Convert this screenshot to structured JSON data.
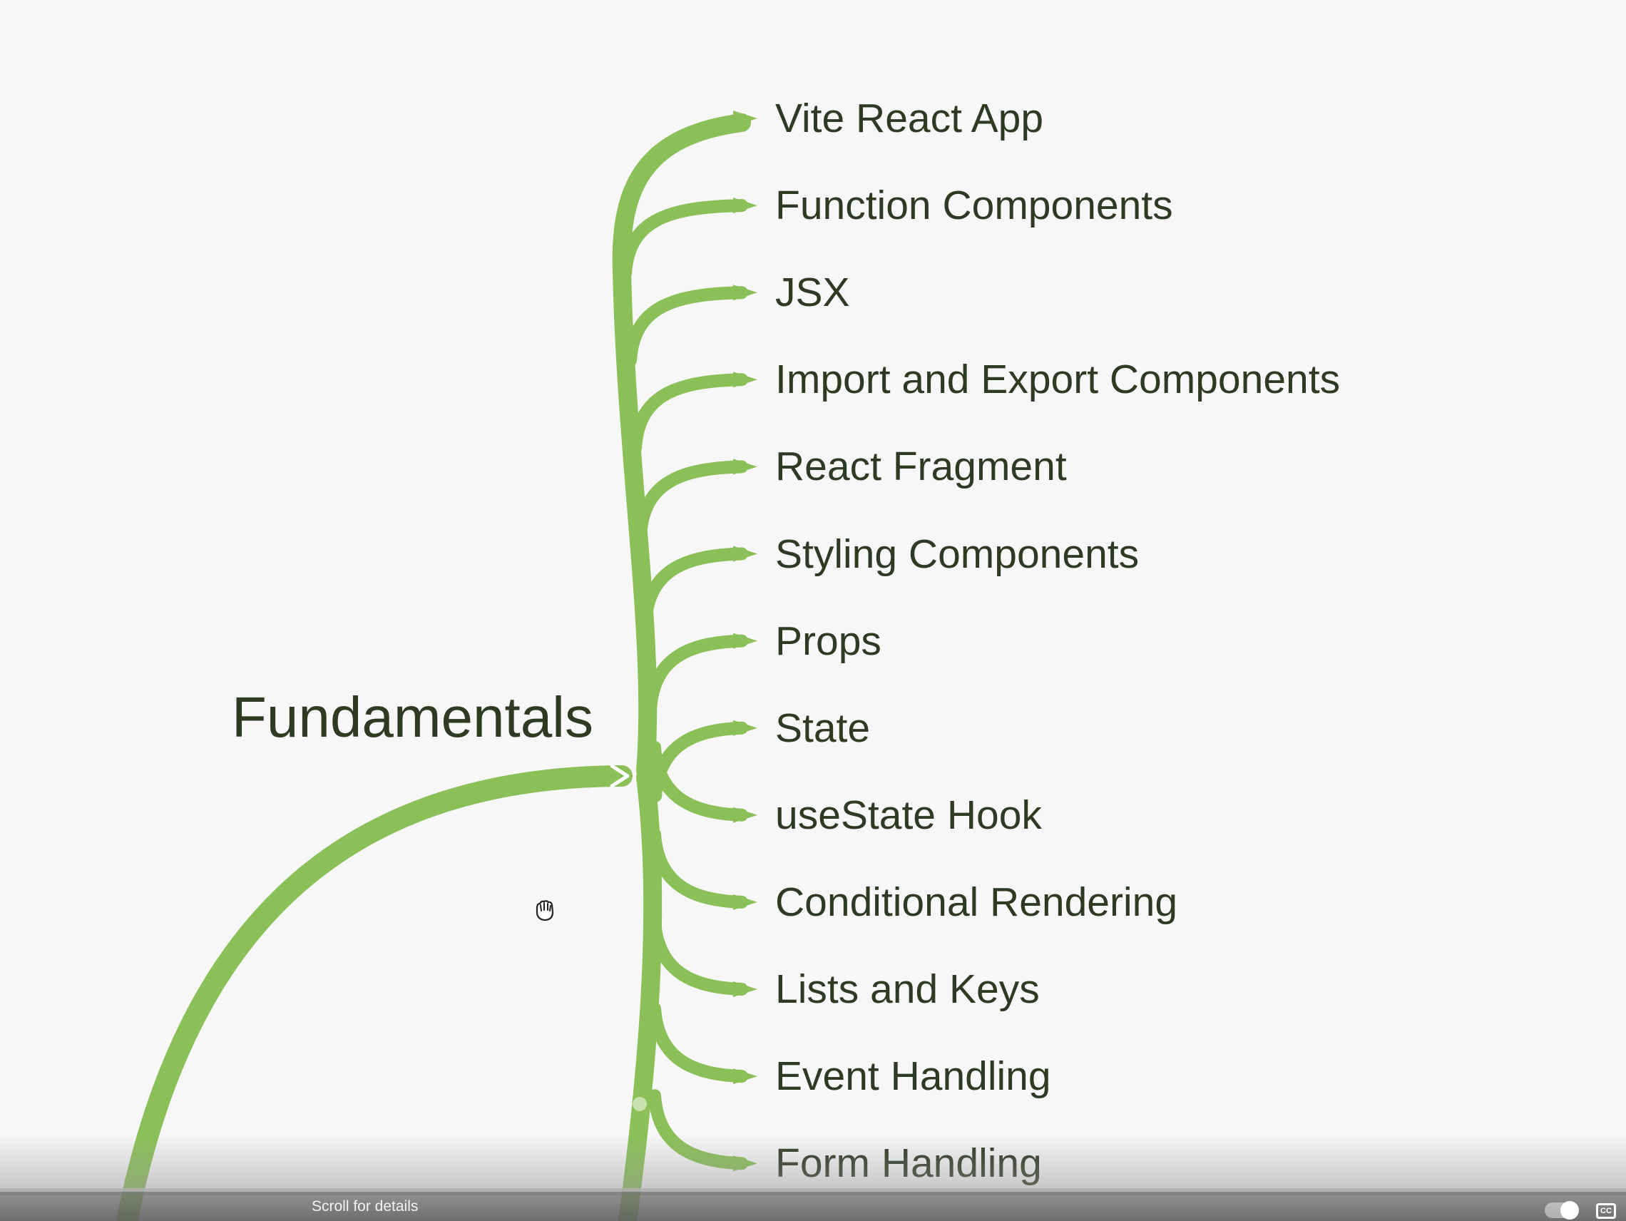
{
  "mindmap": {
    "central_topic": "Fundamentals",
    "branch_color": "#8bc058",
    "text_color": "#2f3a23",
    "topics": [
      "Vite React App",
      "Function Components",
      "JSX",
      "Import and Export Components",
      "React Fragment",
      "Styling Components",
      "Props",
      "State",
      "useState Hook",
      "Conditional Rendering",
      "Lists and Keys",
      "Event Handling",
      "Form Handling"
    ]
  },
  "player": {
    "scroll_hint": "Scroll for details",
    "autoplay_icon": "autoplay-toggle-icon",
    "captions_icon": "cc-icon",
    "captions_label": "CC"
  },
  "cursor": {
    "icon": "grab-hand-icon"
  }
}
